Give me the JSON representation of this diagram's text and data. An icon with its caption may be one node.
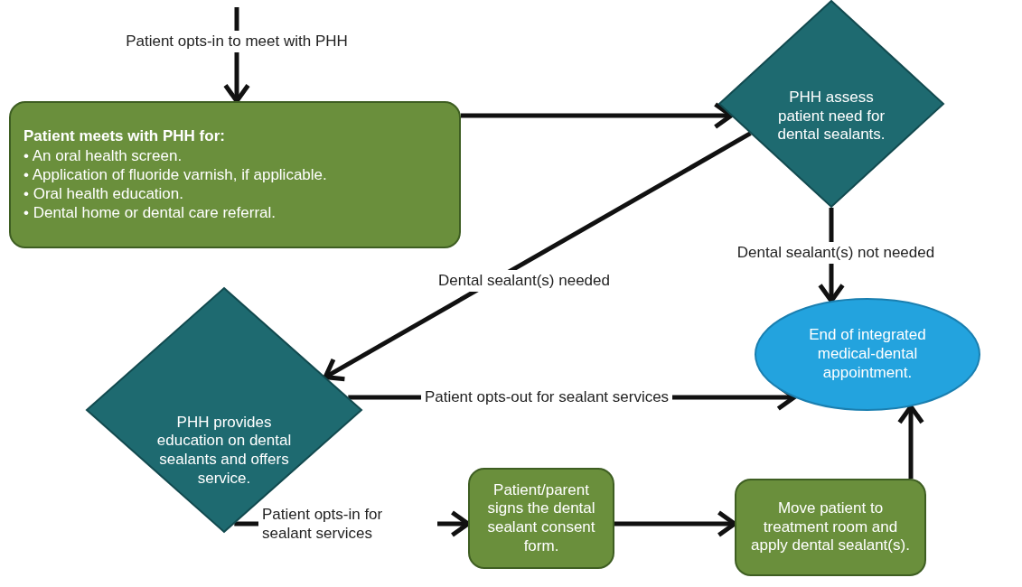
{
  "diagram": {
    "nodes": [
      {
        "text": [
          "Patient meets with PHH for:",
          "• An oral health screen.",
          "• Application of fluoride varnish, if applicable.",
          "• Oral health education.",
          "• Dental home or dental care referral."
        ]
      },
      {
        "text": [
          "PHH assess patient need for dental sealants."
        ]
      },
      {
        "text": [
          "PHH provides education on dental sealants and offers service."
        ]
      },
      {
        "text": [
          "End of integrated medical-dental appointment."
        ]
      },
      {
        "text": [
          "Patient/parent signs the dental sealant consent form."
        ]
      },
      {
        "text": [
          "Move patient to treatment room and apply dental sealant(s)."
        ]
      }
    ],
    "edges": [
      {
        "from": null,
        "to": 0,
        "arrow": "to",
        "label": "Patient opts-in to meet with PHH"
      },
      {
        "from": 0,
        "to": 1,
        "arrow": "to"
      },
      {
        "from": 1,
        "to": 3,
        "arrow": "to",
        "label": "Dental sealant(s) not needed"
      },
      {
        "from": 1,
        "to": 2,
        "arrow": "to",
        "label": "Dental sealant(s) needed"
      },
      {
        "from": 2,
        "to": 3,
        "arrow": "to",
        "label": "Patient opts-out for sealant services"
      },
      {
        "from": 2,
        "to": 4,
        "arrow": "to",
        "label": "Patient opts-in for sealant services"
      },
      {
        "from": 4,
        "to": 5,
        "arrow": "to"
      },
      {
        "from": 5,
        "to": 3,
        "arrow": "to"
      }
    ]
  }
}
